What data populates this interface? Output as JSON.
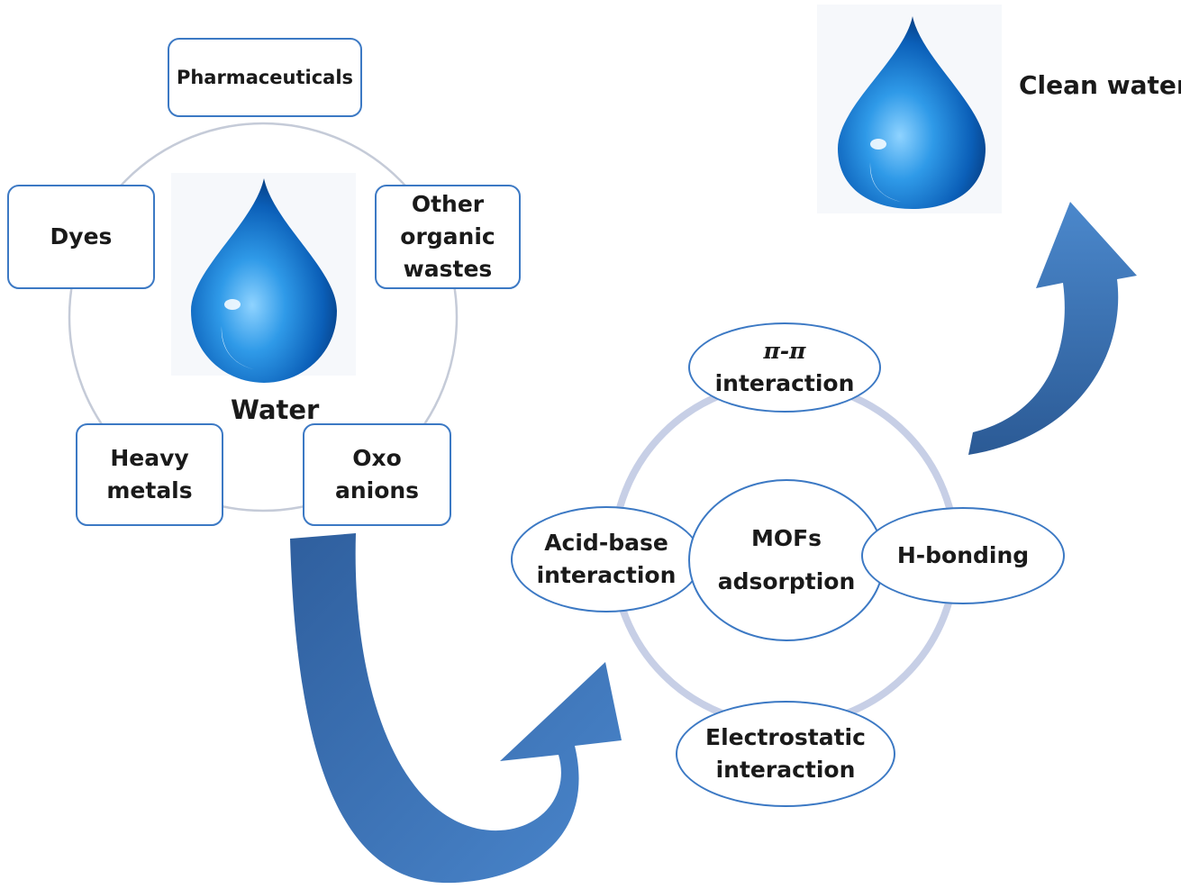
{
  "water_cycle": {
    "center_label": "Water",
    "pollutants": {
      "pharmaceuticals": [
        "Pharmaceuticals"
      ],
      "dyes": [
        "Dyes"
      ],
      "other_organic": [
        "Other",
        "organic",
        "wastes"
      ],
      "heavy_metals": [
        "Heavy",
        "metals"
      ],
      "oxo_anions": [
        "Oxo",
        "anions"
      ]
    }
  },
  "mofs": {
    "center": [
      "MOFs",
      "adsorption"
    ],
    "mechanisms": {
      "pi_pi": [
        "π-π",
        "interaction"
      ],
      "acid_base": [
        "Acid-base",
        "interaction"
      ],
      "h_bonding": [
        "H-bonding"
      ],
      "electrostatic": [
        "Electrostatic",
        "interaction"
      ]
    }
  },
  "result": {
    "label": "Clean water"
  },
  "colors": {
    "box_border": "#3c79c4",
    "arrow_fill": "#3a72b8",
    "ring": "#c7cfe6",
    "cycle_ring": "#c5cbd8"
  }
}
